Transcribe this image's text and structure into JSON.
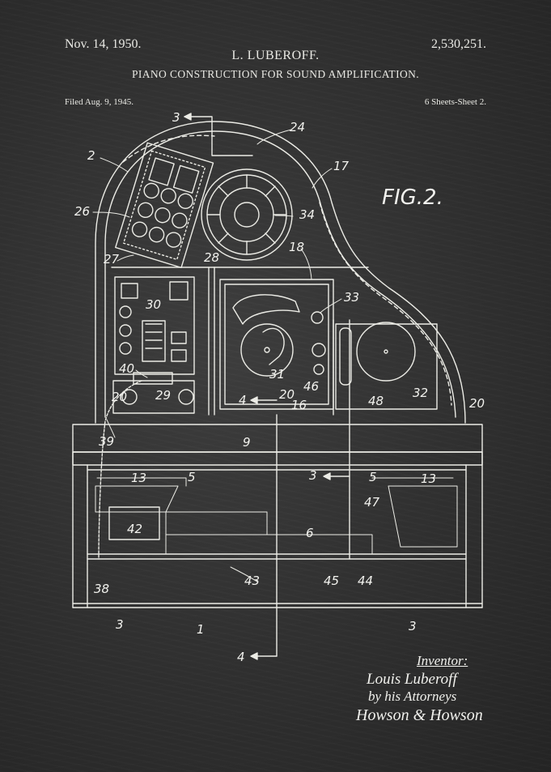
{
  "header": {
    "date": "Nov. 14, 1950.",
    "inventor": "L. LUBEROFF.",
    "patent_number": "2,530,251.",
    "title": "PIANO CONSTRUCTION FOR SOUND AMPLIFICATION.",
    "filed": "Filed Aug. 9, 1945.",
    "sheets": "6 Sheets-Sheet 2."
  },
  "figure": {
    "label": "FIG.2.",
    "refs": {
      "r1": "1",
      "r2": "2",
      "r3a": "3",
      "r3b": "3",
      "r3c": "3",
      "r3d": "3",
      "r4a": "4",
      "r4b": "4",
      "r5a": "5",
      "r5b": "5",
      "r6": "6",
      "r9": "9",
      "r13a": "13",
      "r13b": "13",
      "r16": "16",
      "r17": "17",
      "r18": "18",
      "r20a": "20",
      "r20b": "20",
      "r20c": "20",
      "r24": "24",
      "r26": "26",
      "r27": "27",
      "r28": "28",
      "r29": "29",
      "r30": "30",
      "r31": "31",
      "r32": "32",
      "r33": "33",
      "r34": "34",
      "r38": "38",
      "r39": "39",
      "r40": "40",
      "r42": "42",
      "r43": "43",
      "r44": "44",
      "r45": "45",
      "r46": "46",
      "r47": "47",
      "r48": "48"
    }
  },
  "signature": {
    "inventor_label": "Inventor:",
    "name": "Louis Luberoff",
    "by": "by his Attorneys",
    "firm": "Howson & Howson"
  },
  "colors": {
    "board": "#2f2f2f",
    "chalk": "#efefea"
  }
}
